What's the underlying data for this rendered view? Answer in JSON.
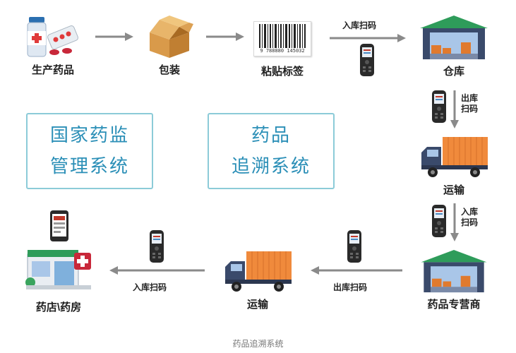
{
  "nodes": {
    "produce": "生产药品",
    "package": "包装",
    "label": "粘贴标签",
    "warehouse": "仓库",
    "transport1": "运输",
    "distributor": "药品专营商",
    "transport2": "运输",
    "pharmacy": "药店\\药房"
  },
  "edges": {
    "in_scan_1": "入库扫码",
    "out_scan_1": [
      "出库",
      "扫码"
    ],
    "in_scan_2": [
      "入库",
      "扫码"
    ],
    "out_scan_2": "出库扫码",
    "in_scan_3": "入库扫码"
  },
  "panels": {
    "regulator": [
      "国家药监",
      "管理系统"
    ],
    "trace": [
      "药品",
      "追溯系统"
    ]
  },
  "barcode_text": "9 788880 145032",
  "caption": "药品追溯系统",
  "colors": {
    "arrow": "#8a8a8a",
    "panel_border": "#8ccbd8",
    "panel_text": "#2b8fb7",
    "truck_cargo": "#f08a3c",
    "truck_cab": "#3a4a6b",
    "warehouse_roof": "#2e9c5a"
  }
}
